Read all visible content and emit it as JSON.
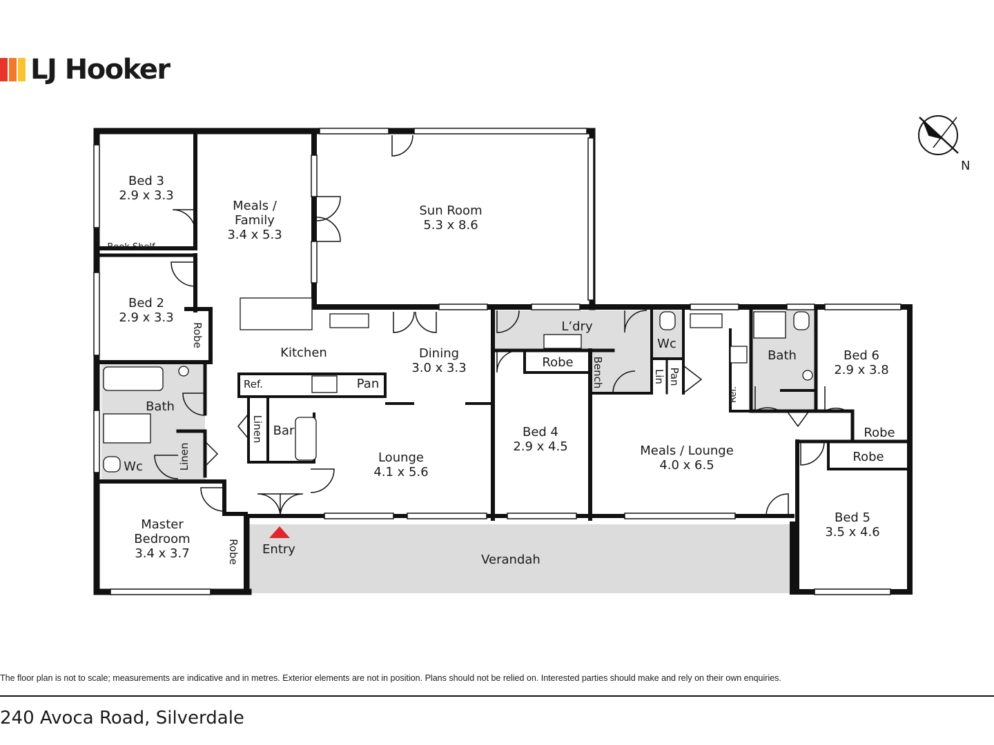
{
  "brand": {
    "name": "LJ Hooker",
    "stripe_colors": [
      "#e8352b",
      "#f2792a",
      "#f9c22e"
    ]
  },
  "compass": {
    "label": "N"
  },
  "rooms": {
    "bed3": {
      "name": "Bed 3",
      "size": "2.9 x 3.3"
    },
    "bed2": {
      "name": "Bed 2",
      "size": "2.9 x 3.3"
    },
    "meals_family": {
      "name1": "Meals /",
      "name2": "Family",
      "size": "3.4 x 5.3"
    },
    "sun_room": {
      "name": "Sun Room",
      "size": "5.3 x 8.6"
    },
    "kitchen": {
      "name": "Kitchen"
    },
    "dining": {
      "name": "Dining",
      "size": "3.0 x 3.3"
    },
    "lounge": {
      "name": "Lounge",
      "size": "4.1 x 5.6"
    },
    "bed4": {
      "name": "Bed 4",
      "size": "2.9 x 4.5"
    },
    "meals_lounge": {
      "name": "Meals / Lounge",
      "size": "4.0 x 6.5"
    },
    "bed6": {
      "name": "Bed 6",
      "size": "2.9 x 3.8"
    },
    "bed5": {
      "name": "Bed 5",
      "size": "3.5 x 4.6"
    },
    "master": {
      "name1": "Master",
      "name2": "Bedroom",
      "size": "3.4 x 3.7"
    },
    "verandah": {
      "name": "Verandah"
    },
    "laundry": {
      "name": "L’dry"
    },
    "bath_left": {
      "name": "Bath"
    },
    "bath_right": {
      "name": "Bath"
    }
  },
  "fixtures": {
    "book_shelf": "Book Shelf",
    "robe_bed2": "Robe",
    "ref_kitchen": "Ref.",
    "pan_kitchen": "Pan",
    "linen_kitchen": "Linen",
    "bar": "Bar",
    "wc_left": "Wc",
    "linen_left": "Linen",
    "robe_master": "Robe",
    "entry": "Entry",
    "robe_bed4": "Robe",
    "bench": "Bench",
    "wc_right": "Wc",
    "lin": "Lin",
    "pan_right": "Pan",
    "ref_right": "Ref.",
    "robe_bed6": "Robe",
    "robe_bed5": "Robe"
  },
  "colors": {
    "wet_area": "#dedede",
    "verandah": "#dcdcdc",
    "wall": "#111111",
    "entry_marker": "#e0262b"
  },
  "disclaimer": "The floor plan is not to scale; measurements are indicative and in metres. Exterior elements are not in position. Plans should not be relied on. Interested parties should make and rely on their own enquiries.",
  "address": "240 Avoca Road, Silverdale"
}
